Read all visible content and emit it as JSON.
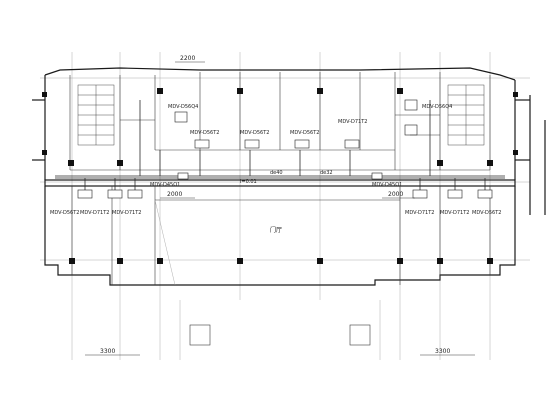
{
  "drawing": {
    "dimensions": {
      "top": "2200",
      "right": "2000",
      "mid_left": "2000",
      "bottom_left": "3300",
      "bottom_right": "3300"
    },
    "units": {
      "top_mid": "MDV-D56T2",
      "top_mid2": "MDV-D56T2",
      "top_mid3": "MDV-D56T2",
      "top_right": "MDV-D71T2",
      "left_unit": "MDV-D56Q4",
      "right_unit": "MDV-D56Q4",
      "corridor_left": "MDV-D45Q1",
      "corridor_right": "MDV-D45Q1",
      "bl1": "MDV-D56T2",
      "bl2": "MDV-D71T2",
      "bl3": "MDV-D71T2",
      "br1": "MDV-D71T2",
      "br2": "MDV-D71T2",
      "br3": "MDV-D56T2"
    },
    "pipes": {
      "p1": "de40",
      "p2": "de32",
      "p3": "i=0.01"
    },
    "rooms": {
      "hall": "门厅"
    }
  }
}
